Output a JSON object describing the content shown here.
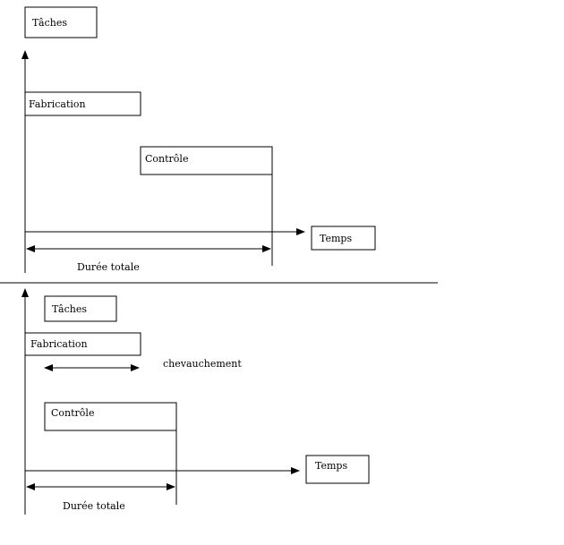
{
  "diagram_sequential": {
    "taches_label": "Tâches",
    "fabrication_label": "Fabrication",
    "controle_label": "Contrôle",
    "temps_label": "Temps",
    "duree_label": "Durée totale"
  },
  "diagram_overlap": {
    "taches_label": "Tâches",
    "fabrication_label": "Fabrication",
    "chevauchement_label": "chevauchement",
    "controle_label": "Contrôle",
    "temps_label": "Temps",
    "duree_label": "Durée totale"
  }
}
